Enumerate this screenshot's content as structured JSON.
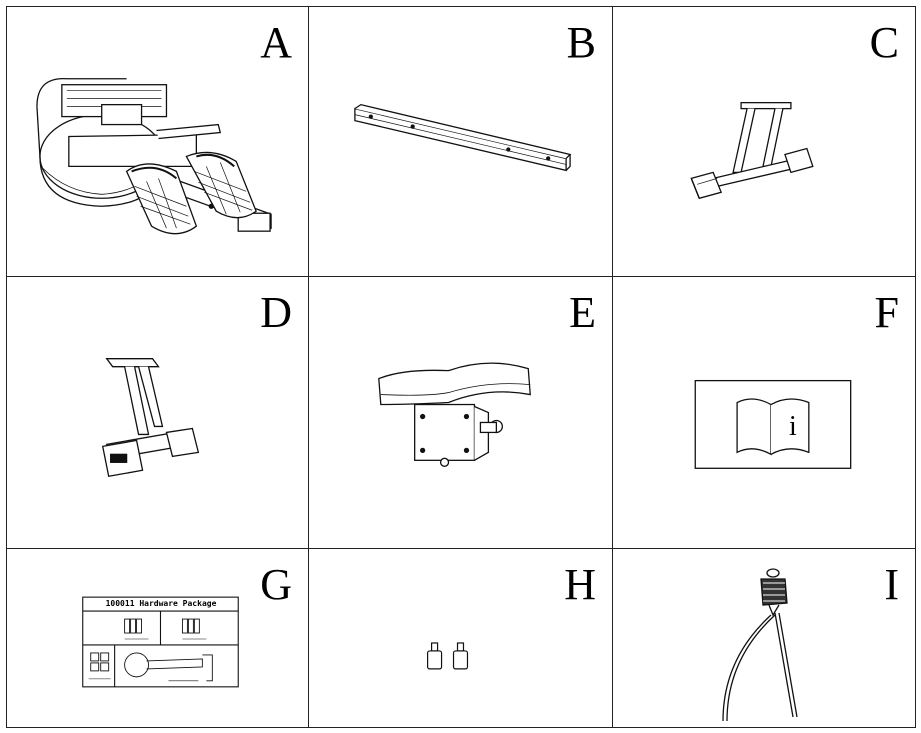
{
  "parts": [
    {
      "id": "A",
      "label": "A",
      "icon": "rower-main-frame-icon"
    },
    {
      "id": "B",
      "label": "B",
      "icon": "rail-beam-icon"
    },
    {
      "id": "C",
      "label": "C",
      "icon": "front-stabilizer-icon"
    },
    {
      "id": "D",
      "label": "D",
      "icon": "rear-support-icon"
    },
    {
      "id": "E",
      "label": "E",
      "icon": "seat-assembly-icon"
    },
    {
      "id": "F",
      "label": "F",
      "icon": "manual-icon"
    },
    {
      "id": "G",
      "label": "G",
      "icon": "hardware-package-icon"
    },
    {
      "id": "H",
      "label": "H",
      "icon": "end-caps-icon"
    },
    {
      "id": "I",
      "label": "I",
      "icon": "sensor-cable-icon"
    }
  ],
  "hardware_package": {
    "title": "100011 Hardware Package"
  },
  "manual": {
    "info_glyph": "i"
  }
}
